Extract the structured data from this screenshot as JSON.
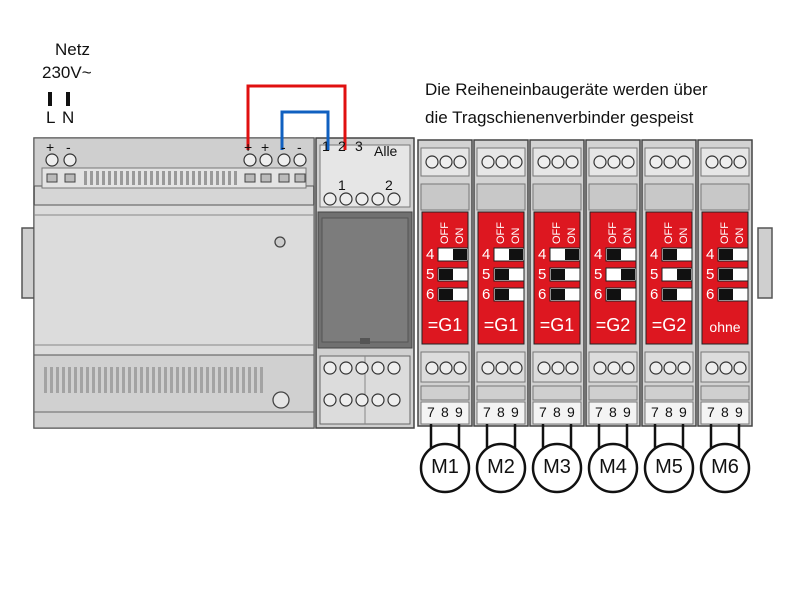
{
  "supply": {
    "title_line1": "Netz",
    "title_line2": "230V~",
    "l_label": "L",
    "n_label": "N"
  },
  "note": {
    "line1": "Die Reiheneinbaugeräte werden über",
    "line2": "die Tragschienenverbinder gespeist"
  },
  "power_supply_terminals": {
    "left": [
      "+",
      "-"
    ],
    "right": [
      "+",
      "+",
      "-",
      "-"
    ]
  },
  "input_module": {
    "terminal_numbers": [
      "1",
      "2",
      "3"
    ],
    "all_label": "Alle",
    "channel_labels": [
      "1",
      "2"
    ]
  },
  "switch_labels": {
    "off": "OFF",
    "on": "ON",
    "rows": [
      "4",
      "5",
      "6"
    ]
  },
  "actuators": [
    {
      "group": "=G1",
      "motor": "M1",
      "switches": [
        "on",
        "off",
        "off"
      ]
    },
    {
      "group": "=G1",
      "motor": "M2",
      "switches": [
        "on",
        "off",
        "off"
      ]
    },
    {
      "group": "=G1",
      "motor": "M3",
      "switches": [
        "on",
        "off",
        "off"
      ]
    },
    {
      "group": "=G2",
      "motor": "M4",
      "switches": [
        "off",
        "on",
        "off"
      ]
    },
    {
      "group": "=G2",
      "motor": "M5",
      "switches": [
        "off",
        "on",
        "off"
      ]
    },
    {
      "group": "ohne",
      "motor": "M6",
      "switches": [
        "off",
        "off",
        "off"
      ]
    }
  ],
  "actuator_terminals": [
    "7",
    "8",
    "9"
  ],
  "colors": {
    "device_grey": "#d2d2d2",
    "device_dark": "#8c8c8c",
    "switch_red": "#dd1720",
    "wire_red": "#e01010",
    "wire_blue": "#1060c0"
  }
}
